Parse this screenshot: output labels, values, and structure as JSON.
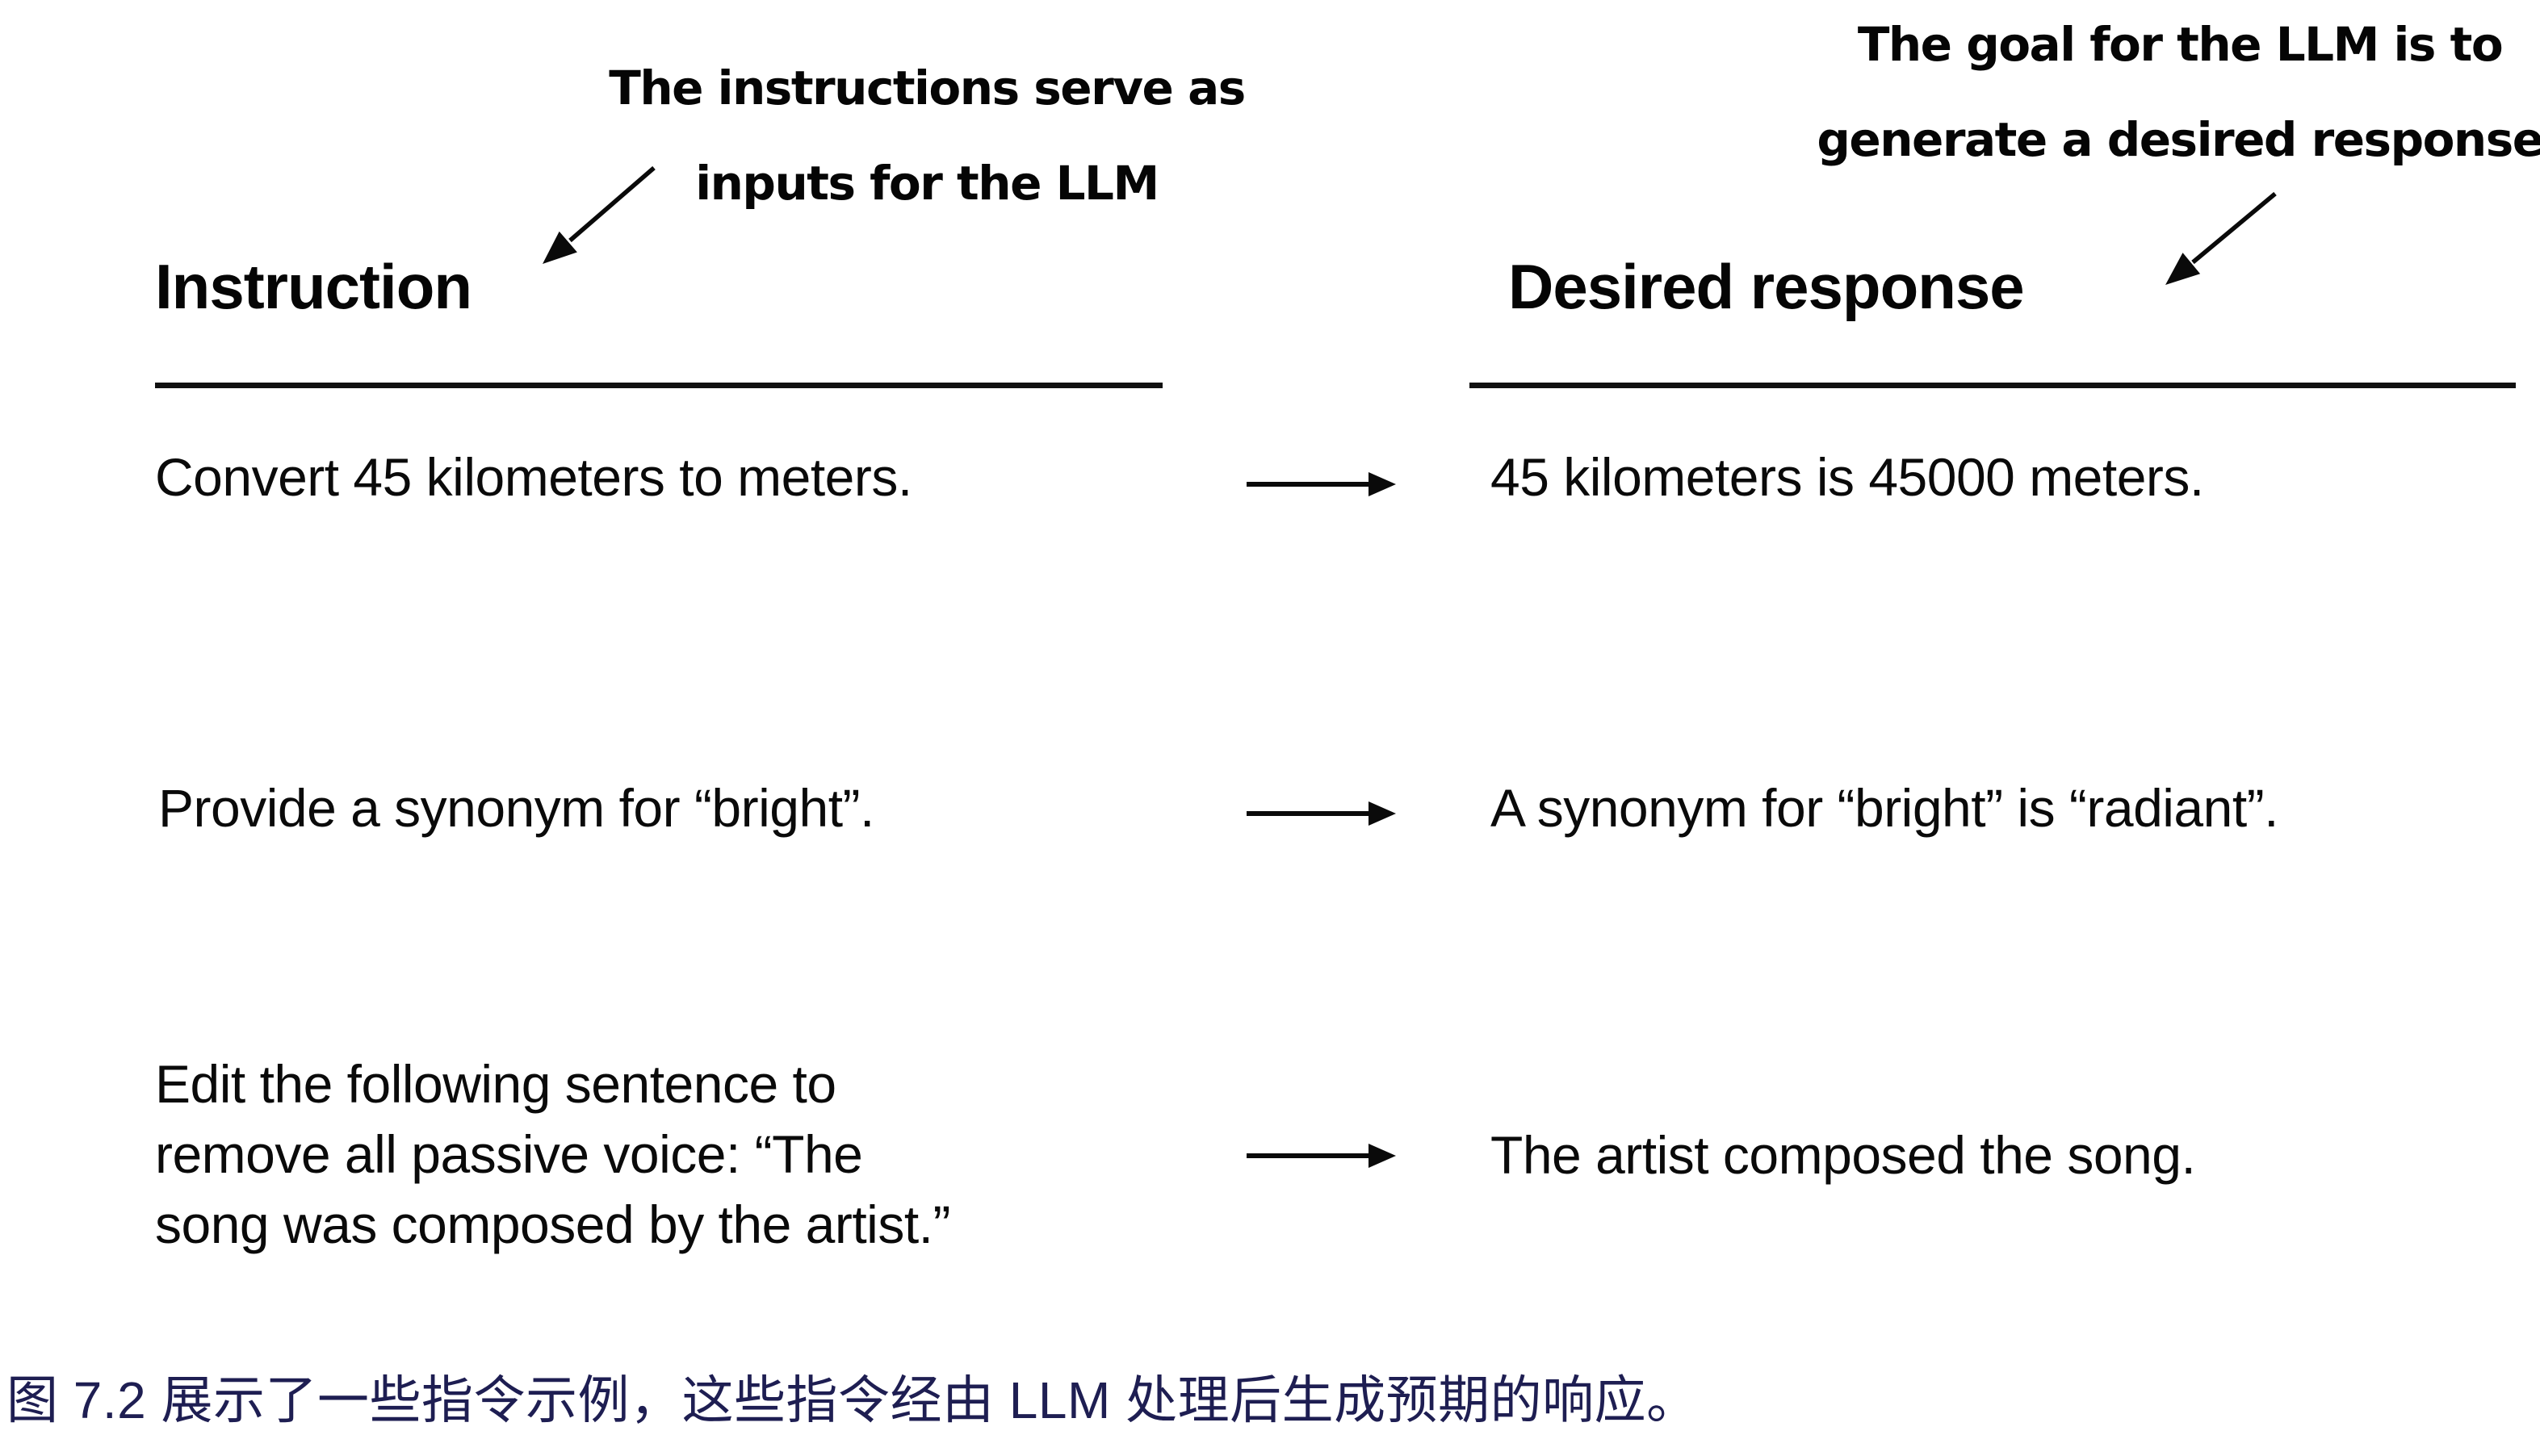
{
  "figure": {
    "annotations": {
      "left": {
        "line1": "The instructions serve as",
        "line2": "inputs for the LLM"
      },
      "right": {
        "line1": "The goal for the LLM is to",
        "line2": "generate a desired response"
      }
    },
    "columns": {
      "left_header": "Instruction",
      "right_header": "Desired response"
    },
    "rows": [
      {
        "instruction": "Convert 45 kilometers to meters.",
        "response": "45 kilometers is 45000 meters."
      },
      {
        "instruction": "Provide a synonym for “bright”.",
        "response": "A synonym for “bright” is “radiant”."
      },
      {
        "instruction": "Edit the following sentence to\nremove all passive voice: “The\nsong was composed by the artist.”",
        "response": "The artist composed the song."
      }
    ],
    "caption": "图 7.2 展示了一些指令示例，这些指令经由 LLM 处理后生成预期的响应。",
    "colors": {
      "text": "#0a0a0a",
      "caption": "#1e1e52",
      "background": "#ffffff"
    }
  }
}
